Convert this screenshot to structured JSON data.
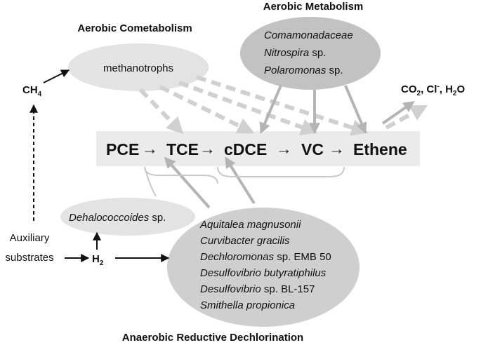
{
  "headings": {
    "aerobic_cometabolism": "Aerobic Cometabolism",
    "aerobic_metabolism": "Aerobic Metabolism",
    "anaerobic": "Anaerobic Reductive Dechlorination"
  },
  "methanotrophs": "methanotrophs",
  "aerobic_metabolism_organisms": [
    {
      "name": "Comamonadaceae",
      "suffix": ""
    },
    {
      "name": "Nitrospira",
      "suffix": " sp."
    },
    {
      "name": "Polaromonas",
      "suffix": " sp."
    }
  ],
  "anaerobic_organisms": [
    {
      "name": "Aquitalea magnusonii",
      "suffix": ""
    },
    {
      "name": "Curvibacter gracilis",
      "suffix": ""
    },
    {
      "name": "Dechloromonas",
      "suffix": " sp. EMB 50"
    },
    {
      "name": "Desulfovibrio butyratiphilus",
      "suffix": ""
    },
    {
      "name": "Desulfovibrio",
      "suffix": " sp. BL-157"
    },
    {
      "name": "Smithella propionica",
      "suffix": ""
    }
  ],
  "dehalococcoides": {
    "name": "Dehalococcoides",
    "suffix": " sp."
  },
  "pathway": {
    "compounds": [
      "PCE",
      "TCE",
      "cDCE",
      "VC",
      "Ethene"
    ],
    "arrow": "→"
  },
  "ch4": {
    "base": "CH",
    "sub": "4"
  },
  "h2": {
    "base": "H",
    "sub": "2"
  },
  "products": {
    "co2": "CO",
    "co2_sub": "2",
    "sep1": ", Cl",
    "cl_sup": "-",
    "sep2": ", H",
    "h2o_sub": "2",
    "h2o": "O"
  },
  "auxiliary": {
    "line1": "Auxiliary",
    "line2": "substrates"
  },
  "colors": {
    "ellipse_light": "#e3e3e3",
    "ellipse_dark": "#c2c2c2",
    "pathway_box": "#ebebeb",
    "arrow_gray": "#b4b4b4",
    "arrow_dashed": "#d0d0d0",
    "text": "#111111"
  }
}
